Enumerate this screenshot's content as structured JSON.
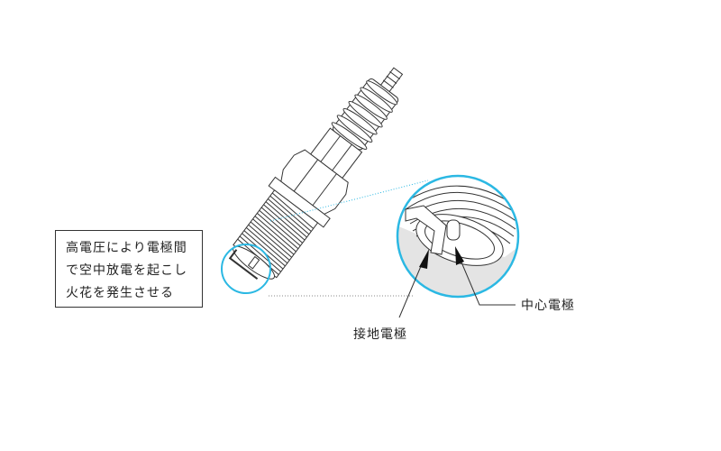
{
  "callout": {
    "lines": [
      "高電圧により電極間",
      "で空中放電を起こし",
      "火花を発生させる"
    ]
  },
  "labels": {
    "ground_electrode": "接地電極",
    "center_electrode": "中心電極"
  },
  "colors": {
    "highlight_circle": "#2bb8e3",
    "line": "#333333",
    "shade": "#e4e4e4"
  }
}
